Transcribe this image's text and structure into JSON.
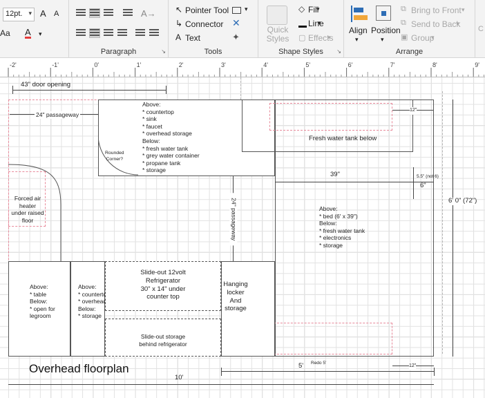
{
  "ribbon": {
    "font": {
      "size_value": "12pt.",
      "grow_label": "A",
      "shrink_label": "A",
      "clear_label": "Aa",
      "color_label": "A"
    },
    "groups": {
      "paragraph": "Paragraph",
      "tools": "Tools",
      "shape_styles": "Shape Styles",
      "arrange": "Arrange"
    },
    "tools": {
      "pointer": "Pointer Tool",
      "connector": "Connector",
      "text": "Text"
    },
    "styles": {
      "quick": "Quick\nStyles",
      "fill": "Fill",
      "line": "Line",
      "effects": "Effects"
    },
    "arrange": {
      "align": "Align",
      "position": "Position",
      "bring_front": "Bring to Front",
      "send_back": "Send to Back",
      "group": "Group"
    }
  },
  "ruler": {
    "ticks": [
      "-2'",
      "-1'",
      "0'",
      "1'",
      "2'",
      "3'",
      "4'",
      "5'",
      "6'",
      "7'",
      "8'",
      "9'"
    ]
  },
  "drawing": {
    "door_opening": "43\" door opening",
    "passageway_top": "24\" passageway",
    "kitchen_text": "Above:\n* countertop\n* sink\n* faucet\n* overhead storage\nBelow:\n* fresh water tank\n* grey water container\n* propane tank\n* storage",
    "rounded_corner": "Rounded\nCorner?",
    "twelve_top": "12\"",
    "fresh_water": "Fresh water tank below",
    "thirty_nine": "39\"",
    "five_five": "5.5\" (not 6)",
    "six_in": "6\"",
    "six_feet": "6' 0\" (72\")",
    "passageway_vert": "24\" passageway",
    "heater": "Forced air\nheater\nunder raised\nfloor",
    "bed_text": "Above:\n* bed (6' x 39\")\nBelow:\n* fresh water tank\n* electronics\n* storage",
    "table_text": "Above:\n* table\nBelow:\n* open for\n   legroom",
    "counter_text": "Above:\n* countertop\n* overhead storage\nBelow:\n* storage",
    "fridge_text": "Slide-out 12volt\nRefrigerator\n30\" x 14\" under\ncounter top",
    "slideout_text": "Slide-out storage\nbehind refrigerator",
    "locker_text": "Hanging\nlocker\nAnd\nstorage",
    "title": "Overhead floorplan",
    "five_ft": "5'",
    "redo": "Redo 5'",
    "twelve_bottom": "12\"",
    "ten_ft": "10'"
  }
}
